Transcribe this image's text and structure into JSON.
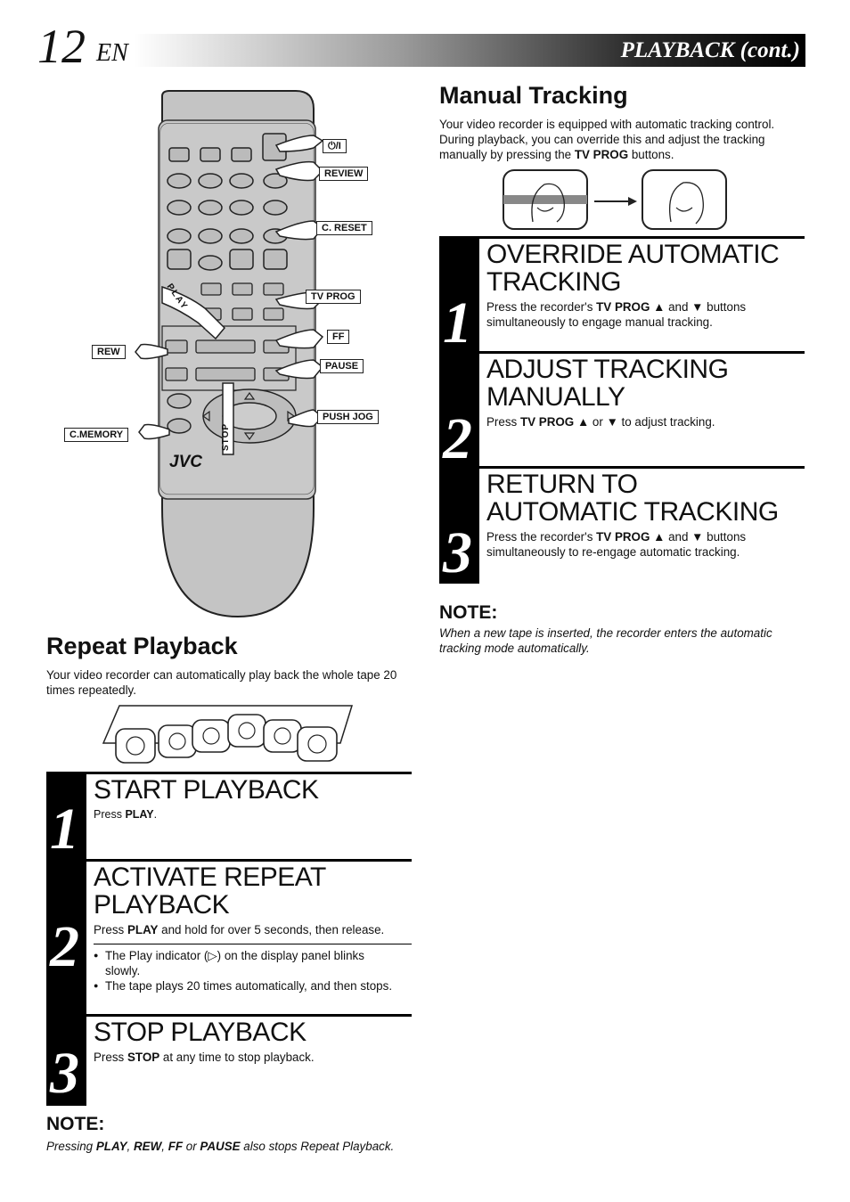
{
  "header": {
    "page_number": "12",
    "lang": "EN",
    "section": "PLAYBACK (cont.)"
  },
  "remote": {
    "brand": "JVC",
    "labels": {
      "power": "⏻/I",
      "review": "REVIEW",
      "c_reset": "C. RESET",
      "tv_prog": "TV PROG",
      "ff": "FF",
      "rew": "REW",
      "pause": "PAUSE",
      "push_jog": "PUSH JOG",
      "c_memory": "C.MEMORY",
      "play": "PLAY",
      "stop": "STOP"
    }
  },
  "manual_tracking": {
    "title": "Manual Tracking",
    "intro_a": "Your video recorder is equipped with automatic tracking control. During playback, you can override this and adjust the tracking manually by pressing the ",
    "intro_b": "TV PROG",
    "intro_c": " buttons.",
    "steps": [
      {
        "num": "1",
        "title": "OVERRIDE AUTOMATIC TRACKING",
        "text_a": "Press the recorder's ",
        "text_b": "TV PROG ▲",
        "text_c": " and ",
        "text_d": "▼",
        "text_e": " buttons simultaneously to engage manual tracking."
      },
      {
        "num": "2",
        "title": "ADJUST TRACKING MANUALLY",
        "text_a": "Press ",
        "text_b": "TV PROG ▲",
        "text_c": " or ",
        "text_d": "▼",
        "text_e": " to adjust tracking."
      },
      {
        "num": "3",
        "title": "RETURN TO AUTOMATIC TRACKING",
        "text_a": "Press the recorder's ",
        "text_b": "TV PROG ▲",
        "text_c": " and ",
        "text_d": "▼",
        "text_e": " buttons simultaneously to re-engage automatic tracking."
      }
    ],
    "note_title": "NOTE:",
    "note_text": "When a new tape is inserted, the recorder enters the automatic tracking mode automatically."
  },
  "repeat_playback": {
    "title": "Repeat Playback",
    "intro": "Your video recorder can automatically play back the whole tape 20 times repeatedly.",
    "steps": [
      {
        "num": "1",
        "title": "START PLAYBACK",
        "text_a": "Press ",
        "text_b": "PLAY",
        "text_c": "."
      },
      {
        "num": "2",
        "title": "ACTIVATE REPEAT PLAYBACK",
        "text_a": "Press ",
        "text_b": "PLAY",
        "text_c": " and hold for over 5 seconds, then release.",
        "bullets": [
          "The Play indicator (▷) on the display panel blinks slowly.",
          "The tape plays 20 times automatically, and then stops."
        ]
      },
      {
        "num": "3",
        "title": "STOP PLAYBACK",
        "text_a": "Press ",
        "text_b": "STOP",
        "text_c": " at any time to stop playback."
      }
    ],
    "note_title": "NOTE:",
    "note_parts": [
      "Pressing ",
      "PLAY",
      ", ",
      "REW",
      ", ",
      "FF",
      " or ",
      "PAUSE",
      " also stops Repeat Playback."
    ]
  }
}
